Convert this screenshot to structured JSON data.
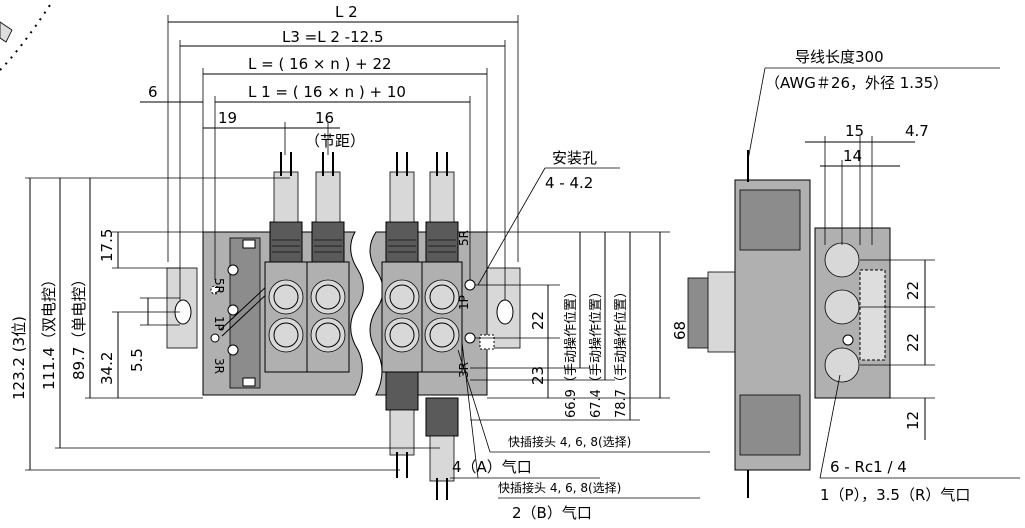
{
  "dimensions": {
    "l2": "L 2",
    "l3": "L3 =L 2 -12.5",
    "l": "L = ( 16 × n ) + 22",
    "l1": "L 1 = ( 16 × n ) + 10",
    "d6": "6",
    "d19": "19",
    "d16": "16",
    "pitch": "（节距）",
    "d123": "123.2 (3位)",
    "d111": "111.4（双电控）",
    "d89": "89.7（单电控）",
    "d17": "17.5",
    "d34": "34.2",
    "d55": "5.5",
    "d22": "22",
    "d23": "23",
    "d669": "66.9（手动操作位置）",
    "d674": "67.4（手动操作位置）",
    "d787": "78.7（手动操作位置）",
    "d68": "68",
    "side15": "15",
    "side47": "4.7",
    "side14": "14",
    "side22a": "22",
    "side22b": "22",
    "side12": "12"
  },
  "labels": {
    "mount_hole": "安装孔",
    "mount_hole_spec": "4 -   4.2",
    "wire_length": "导线长度300",
    "wire_spec": "（AWG＃26，外径   1.35）",
    "fitting1": "快插接头  4,  6,  8(选择)",
    "port_a": "4（A）气口",
    "fitting2": "快插接头  4,  6,  8(选择)",
    "port_b": "2（B）气口",
    "port_rc": "6 - Rc1 / 4",
    "port_pr": "1（P），3.5（R）气口",
    "port_5r": "5R",
    "port_1p": "1P",
    "port_3r": "3R"
  }
}
